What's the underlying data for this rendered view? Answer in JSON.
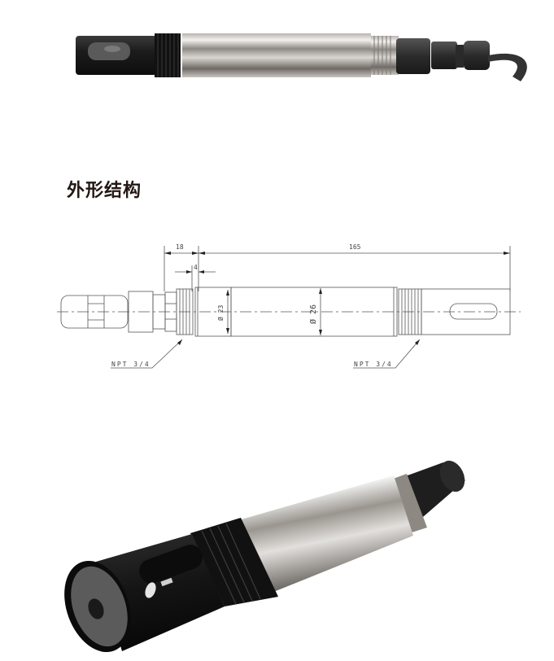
{
  "section": {
    "heading": "外形结构"
  },
  "product_photo_top": {
    "description": "Sensor probe side view with black head, threaded section, stainless steel body, connector and cable"
  },
  "drawing": {
    "dimensions": {
      "head_length": "18",
      "body_length": "165",
      "thread_offset": "4",
      "diameter_small": "Ø 23",
      "diameter_body": "Ø 26"
    },
    "labels": {
      "thread_left": "NPT 3/4",
      "thread_right": "NPT 3/4"
    }
  },
  "product_photo_bottom": {
    "description": "Sensor probe 3D perspective view with black head and slot window"
  },
  "colors": {
    "heading": "#231815",
    "line": "#555555",
    "black_part": "#1a1a1a",
    "steel_light": "#e6e6e6",
    "steel_dark": "#8a8580"
  }
}
